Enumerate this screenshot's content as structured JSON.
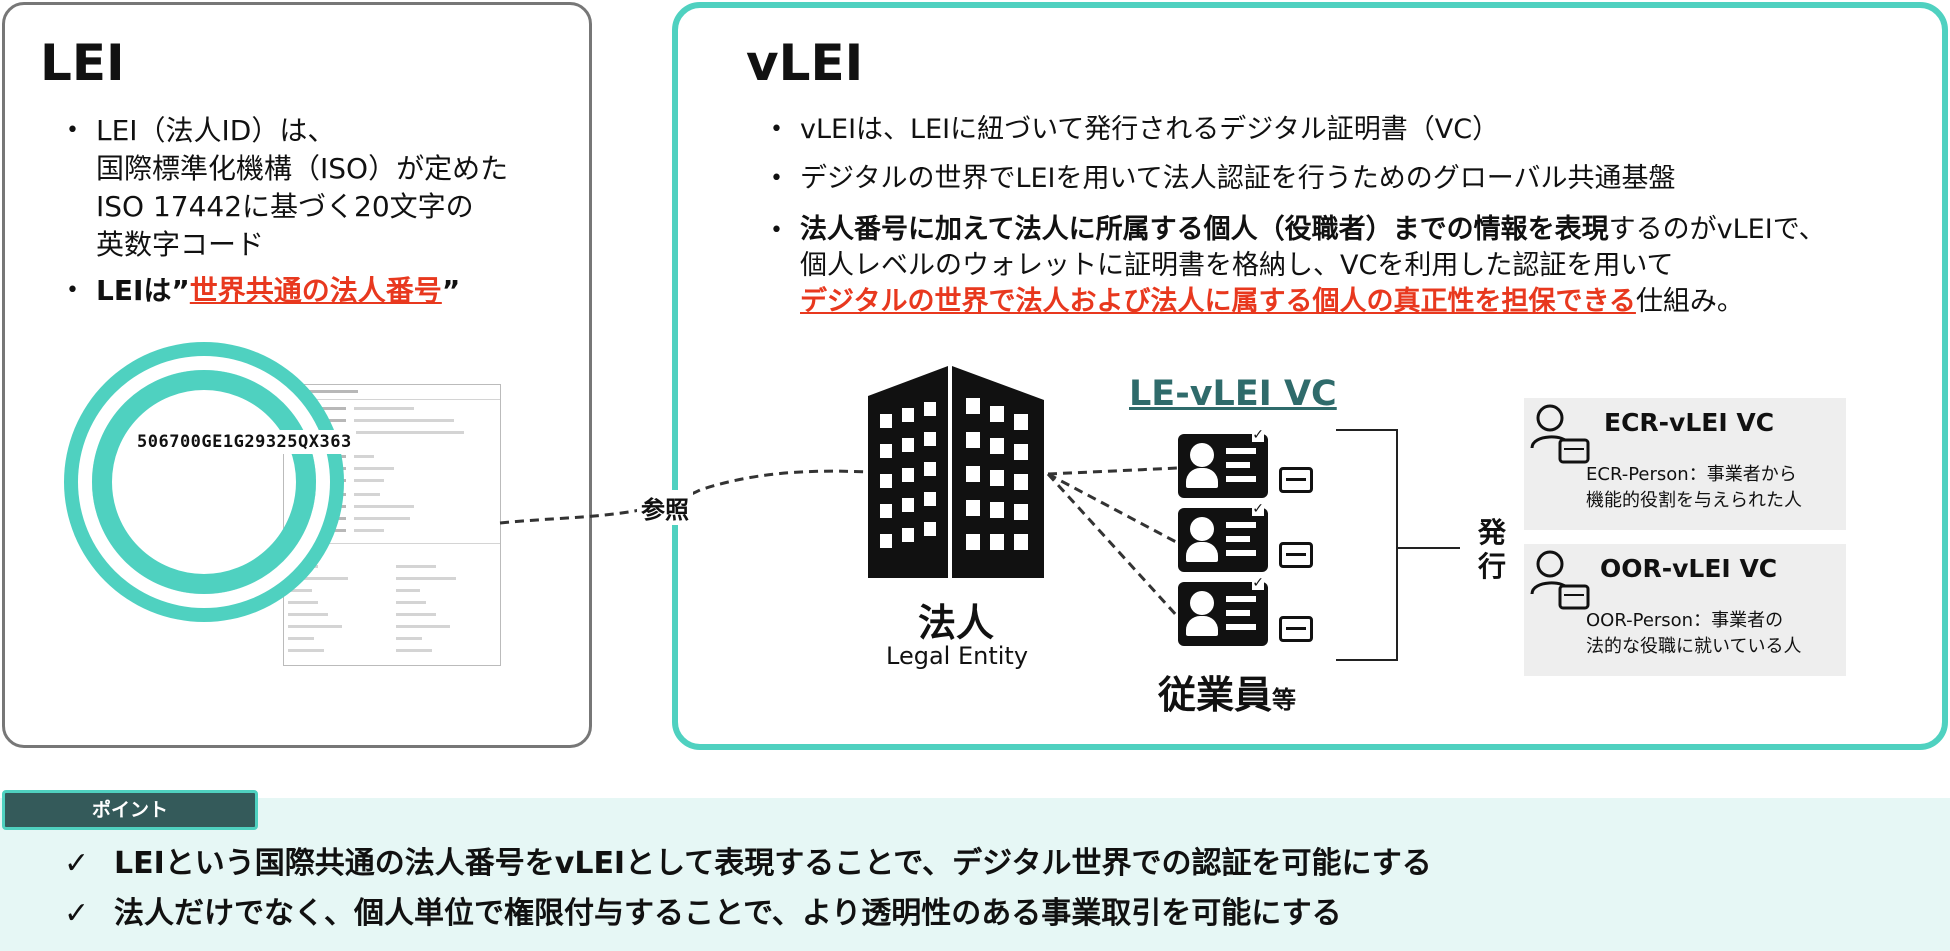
{
  "lei": {
    "title": "LEI",
    "bullet1_lines": [
      "LEI（法人ID）は、",
      "国際標準化機構（ISO）が定めた",
      "ISO 17442に基づく20文字の",
      "英数字コード"
    ],
    "bullet2_prefix": "LEIは”",
    "bullet2_emph": "世界共通の法人番号",
    "bullet2_suffix": "”",
    "code": "506700GE1G29325QX363",
    "reference_label": "参照"
  },
  "vlei": {
    "title": "vLEI",
    "bullet1": "vLEIは、LEIに紐づいて発行されるデジタル証明書（VC）",
    "bullet2": "デジタルの世界でLEIを用いて法人認証を行うためのグローバル共通基盤",
    "bullet3_bold": "法人番号に加えて法人に所属する個人（役職者）までの情報を表現",
    "bullet3_rest": "するのがvLEIで、",
    "bullet3_line2": "個人レベルのウォレットに証明書を格納し、VCを利用した認証を用いて",
    "bullet3_red": "デジタルの世界で法人および法人に属する個人の真正性を担保できる",
    "bullet3_tail": "仕組み。",
    "entity_label": "法人",
    "entity_sub": "Legal Entity",
    "le_vc_label": "LE-vLEI VC",
    "employees_main": "従業員",
    "employees_suffix": "等",
    "issue_label": "発行",
    "ecr": {
      "title": "ECR-vLEI VC",
      "desc_lines": [
        "ECR-Person：事業者から",
        "機能的役割を与えられた人"
      ]
    },
    "oor": {
      "title": "OOR-vLEI VC",
      "desc_lines": [
        "OOR-Person：事業者の",
        "法的な役職に就いている人"
      ]
    }
  },
  "point": {
    "badge": "ポイント",
    "check_symbol": "✓",
    "items": [
      "LEIという国際共通の法人番号をvLEIとして表現することで、デジタル世界での認証を可能にする",
      "法人だけでなく、個人単位で権限付与することで、より透明性のある事業取引を可能にする"
    ]
  },
  "colors": {
    "accent": "#4fd1c0",
    "emphasis_red": "#e8381e",
    "badge": "#345a5a",
    "point_bg": "#e6f7f5",
    "label_teal": "#2f6b6b"
  }
}
